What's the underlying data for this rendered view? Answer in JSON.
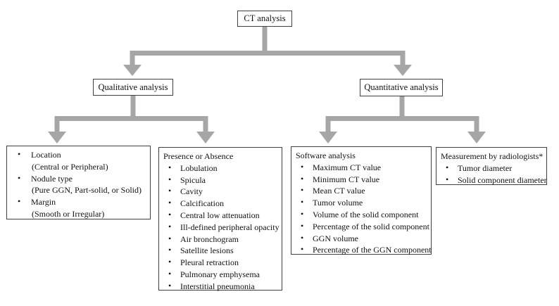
{
  "glyphs": {
    "bullet": "•"
  },
  "colors": {
    "connector": "#a6a6a6",
    "box_border": "#3f3f3f",
    "text": "#111111",
    "background": "#ffffff"
  },
  "nodes": {
    "root": "CT analysis",
    "qualitative": "Qualitative analysis",
    "quantitative": "Quantitative analysis"
  },
  "leaves": [
    {
      "name": "qualitative-descriptors",
      "header": "",
      "lines": [
        {
          "bullet": true,
          "text": "Location"
        },
        {
          "bullet": false,
          "text": "(Central or Peripheral)"
        },
        {
          "bullet": true,
          "text": "Nodule type"
        },
        {
          "bullet": false,
          "text": "(Pure GGN, Part-solid, or Solid)"
        },
        {
          "bullet": true,
          "text": "Margin"
        },
        {
          "bullet": false,
          "text": "(Smooth or Irregular)"
        }
      ]
    },
    {
      "name": "presence-or-absence",
      "header": "Presence or Absence",
      "lines": [
        {
          "bullet": true,
          "text": "Lobulation"
        },
        {
          "bullet": true,
          "text": "Spicula"
        },
        {
          "bullet": true,
          "text": "Cavity"
        },
        {
          "bullet": true,
          "text": "Calcification"
        },
        {
          "bullet": true,
          "text": "Central low attenuation"
        },
        {
          "bullet": true,
          "text": "Ill-defined peripheral opacity"
        },
        {
          "bullet": true,
          "text": "Air bronchogram"
        },
        {
          "bullet": true,
          "text": "Satellite lesions"
        },
        {
          "bullet": true,
          "text": "Pleural retraction"
        },
        {
          "bullet": true,
          "text": "Pulmonary emphysema"
        },
        {
          "bullet": true,
          "text": "Interstitial pneumonia"
        }
      ]
    },
    {
      "name": "software-analysis",
      "header": "Software analysis",
      "lines": [
        {
          "bullet": true,
          "text": "Maximum CT value"
        },
        {
          "bullet": true,
          "text": "Minimum CT value"
        },
        {
          "bullet": true,
          "text": "Mean CT value"
        },
        {
          "bullet": true,
          "text": "Tumor volume"
        },
        {
          "bullet": true,
          "text": "Volume of the solid component"
        },
        {
          "bullet": true,
          "text": "Percentage of the solid component"
        },
        {
          "bullet": true,
          "text": "GGN volume"
        },
        {
          "bullet": true,
          "text": "Percentage of the GGN component"
        }
      ]
    },
    {
      "name": "measurement-by-radiologists",
      "header": "Measurement by radiologists*",
      "lines": [
        {
          "bullet": true,
          "text": "Tumor diameter"
        },
        {
          "bullet": true,
          "text": "Solid component diameter"
        }
      ]
    }
  ]
}
